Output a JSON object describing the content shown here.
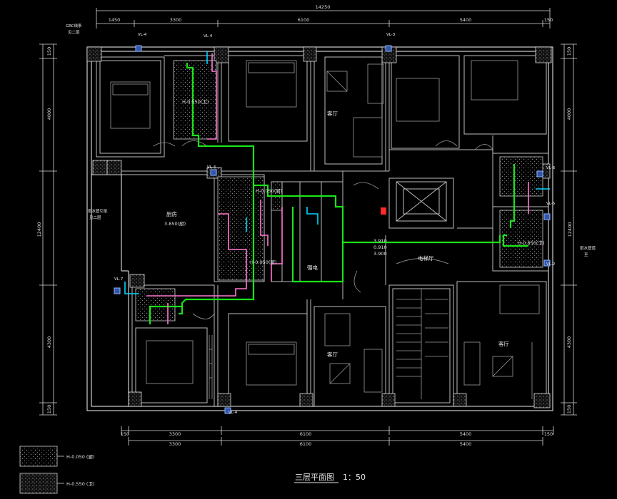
{
  "title": "三层平面图",
  "scale": "1：50",
  "dims_top": {
    "overall": "14250",
    "segments": [
      "1450",
      "3300",
      "6100",
      "5400",
      "150"
    ]
  },
  "dims_bottom": {
    "row1": [
      "150",
      "3300",
      "6100",
      "5400",
      "150"
    ],
    "row2": [
      "3300",
      "6100",
      "5400"
    ]
  },
  "dims_left": [
    "150",
    "4000",
    "12400",
    "4300",
    "150"
  ],
  "dims_right": [
    "150",
    "4000",
    "12400",
    "4300",
    "150"
  ],
  "pipes": {
    "vl4_top": "VL-4",
    "vl3_top": "VL-3",
    "vl4_mid": "VL-4",
    "vl7": "VL-7",
    "vl4_bottom": "VL-4",
    "vl6": "VL-6",
    "vl5": "VL-5",
    "vl2": "VL-2"
  },
  "rooms": {
    "living_top": "客厅",
    "living_bottom": "客厅",
    "living_right": "客厅",
    "kitchen": "厨房",
    "elevator": "电梯厅",
    "electric": "强电"
  },
  "levels": {
    "kitchen": "3.850(厨)",
    "mid_top": "H-0.050(厨)",
    "mid_bottom": "H-0.050(厨)",
    "bath_top": "H-0.550(卫)",
    "right": "H-0.850(卫)",
    "elev_a": "3.910",
    "elev_b": "0.910",
    "elev_c": "3.900"
  },
  "notes": {
    "top_left": "GRC线条",
    "top_left_2": "见二层",
    "left": "雨水管引至",
    "left_2": "见二层",
    "right": "雨水管道",
    "right_2": "至"
  },
  "legend": [
    {
      "label": "H-0.050 (厨)"
    },
    {
      "label": "H-0.550 (卫)"
    }
  ],
  "colors": {
    "water_green": "#19e319",
    "hot_pink": "#ff78d2",
    "cyan": "#00d6ff",
    "wall": "#cfcfcf",
    "dim_line": "#d9d9d9",
    "hatch_fill": "#606060",
    "background": "#000000"
  }
}
